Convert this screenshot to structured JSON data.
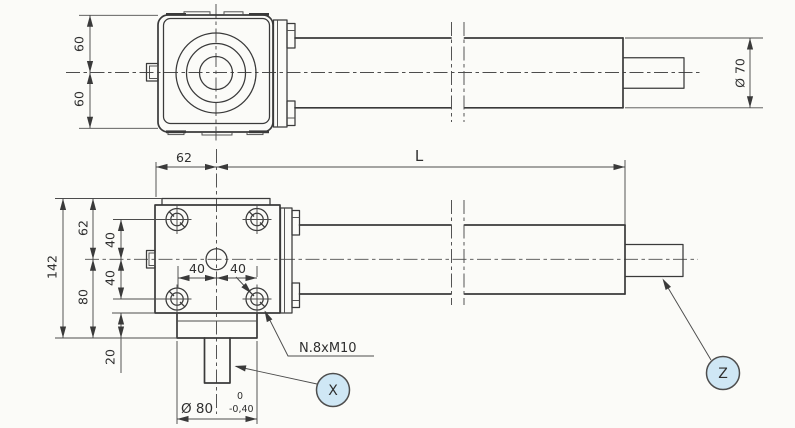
{
  "palette": {
    "background": "#fbfbf8",
    "line": "#3a3a3a",
    "text": "#2f2f2f",
    "balloon_fill": "#cfe7f5",
    "balloon_stroke": "#4e4e4e"
  },
  "top_view": {
    "dim_upper_half": "60",
    "dim_lower_half": "60",
    "dim_shaft_diameter": "Ø 70"
  },
  "front_view": {
    "dim_left_to_center": "62",
    "dim_length": "L",
    "dim_overall_height": "142",
    "dim_top_to_center": "62",
    "dim_center_to_base": "80",
    "dim_holes_above_center": "40",
    "dim_holes_below_center": "40",
    "dim_holes_left_of_center": "40",
    "dim_holes_right_of_center": "40",
    "dim_spigot_height": "20",
    "dim_spigot_diameter": "Ø 80",
    "tol_spigot_upper": "0",
    "tol_spigot_lower": "-0,40",
    "note_threads": "N.8xM10"
  },
  "callouts": {
    "x_label": "X",
    "z_label": "Z"
  }
}
